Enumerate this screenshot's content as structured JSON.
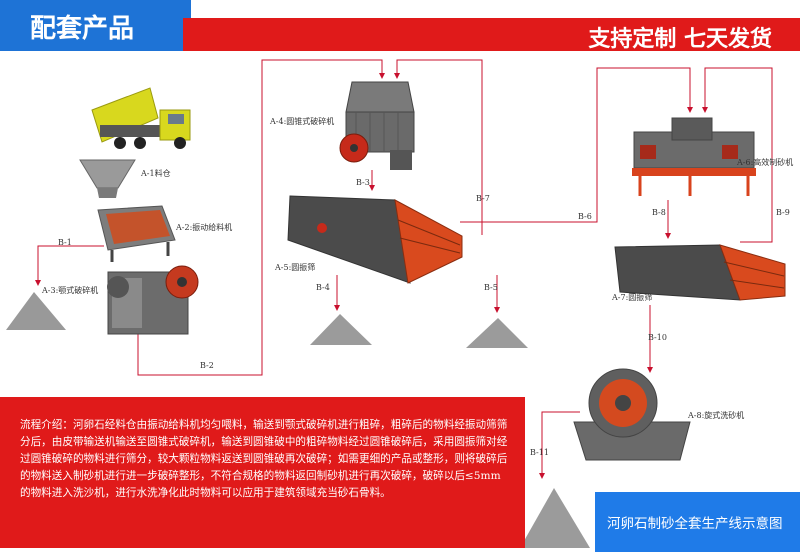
{
  "header": {
    "title": "配套产品",
    "slogan": "支持定制  七天发货"
  },
  "equipment": {
    "a1": "A-1料仓",
    "a2": "A-2:振动给料机",
    "a3": "A-3:颚式破碎机",
    "a4": "A-4:圆锥式破碎机",
    "a5": "A-5:圆振筛",
    "a6": "A-6:高效制砂机",
    "a7": "A-7:圆振筛",
    "a8": "A-8:旋式洗砂机"
  },
  "flows": {
    "b1": "B-1",
    "b2": "B-2",
    "b3": "B-3",
    "b4": "B-4",
    "b5": "B-5",
    "b6": "B-6",
    "b7": "B-7",
    "b8": "B-8",
    "b9": "B-9",
    "b10": "B-10",
    "b11": "B-11"
  },
  "description": "流程介绍：河卵石经料仓由振动给料机均匀喂料，输送到颚式破碎机进行粗碎，粗碎后的物料经振动筛筛分后，由皮带输送机输送至圆锥式破碎机，输送到圆锥破中的粗碎物料经过圆锥破碎后，采用圆振筛对经过圆锥破碎的物料进行筛分，较大颗粒物料返送到圆锥破再次破碎；如需更细的产品或整形，则将破碎后的物料送入制砂机进行进一步破碎整形，不符合规格的物料返回制砂机进行再次破碎，破碎以后≤5mm的物料进入洗沙机，进行水洗净化此时物料可以应用于建筑领域充当砂石骨料。",
  "caption": "河卵石制砂全套生产线示意图",
  "colors": {
    "blue": "#1e73d6",
    "red": "#e01a1a",
    "flow_line": "#c8102e",
    "machine_gray": "#5a5a5a",
    "machine_red": "#d8431d"
  }
}
